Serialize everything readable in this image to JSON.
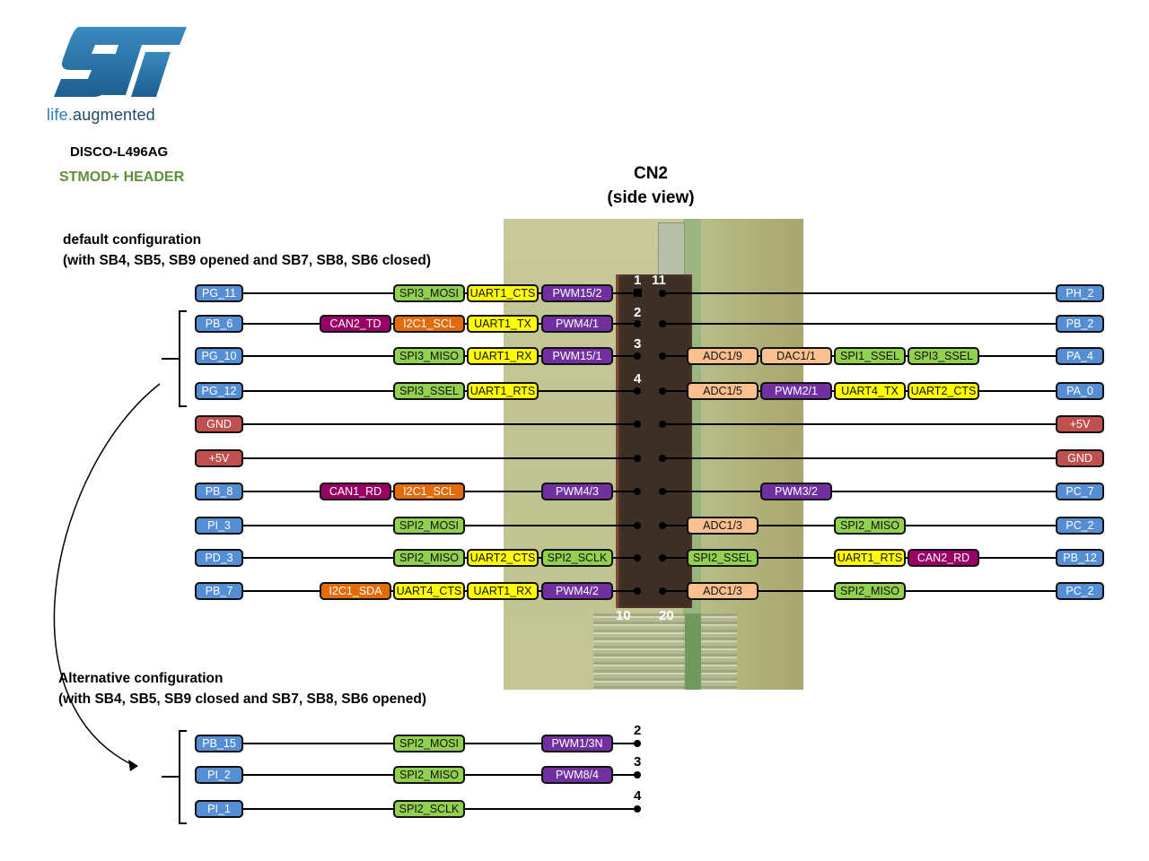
{
  "logo": {
    "brand": "life",
    "dot": ".",
    "tagline": "augmented"
  },
  "board": {
    "name": "DISCO-L496AG",
    "header": "STMOD+ HEADER"
  },
  "connector": {
    "title": "CN2",
    "subtitle": "(side view)",
    "pin_labels": {
      "top_left": "1",
      "top_right": "11",
      "bottom_left": "10",
      "bottom_right": "20"
    }
  },
  "default_config": {
    "title": "default configuration",
    "detail": "(with SB4, SB5, SB9 opened and SB7, SB8, SB6 closed)"
  },
  "alt_config": {
    "title": "Alternative configuration",
    "detail": "(with SB4, SB5, SB9 closed and SB7, SB8, SB6 opened)"
  },
  "pin_number_labels": {
    "p2": "2",
    "p3": "3",
    "p4": "4"
  },
  "colors": {
    "gpio": "#558ed5",
    "power": "#c0504d",
    "spi": "#92d050",
    "uart": "#ffff00",
    "pwm": "#7030a0",
    "adc_dac": "#fac090",
    "can": "#990066",
    "i2c": "#e36c0a"
  },
  "left_rows": [
    {
      "pin": "PG_11",
      "pin_type": "gpio",
      "functions": [
        {
          "label": "SPI3_MOSI",
          "type": "spi"
        },
        {
          "label": "UART1_CTS",
          "type": "uart"
        },
        {
          "label": "PWM15/2",
          "type": "pwm"
        }
      ]
    },
    {
      "pin": "PB_6",
      "pin_type": "gpio",
      "functions": [
        {
          "label": "CAN2_TD",
          "type": "can"
        },
        {
          "label": "I2C1_SCL",
          "type": "i2c"
        },
        {
          "label": "UART1_TX",
          "type": "uart"
        },
        {
          "label": "PWM4/1",
          "type": "pwm"
        }
      ]
    },
    {
      "pin": "PG_10",
      "pin_type": "gpio",
      "functions": [
        {
          "label": "SPI3_MISO",
          "type": "spi"
        },
        {
          "label": "UART1_RX",
          "type": "uart"
        },
        {
          "label": "PWM15/1",
          "type": "pwm"
        }
      ]
    },
    {
      "pin": "PG_12",
      "pin_type": "gpio",
      "functions": [
        {
          "label": "SPI3_SSEL",
          "type": "spi"
        },
        {
          "label": "UART1_RTS",
          "type": "uart"
        }
      ]
    },
    {
      "pin": "GND",
      "pin_type": "power",
      "functions": []
    },
    {
      "pin": "+5V",
      "pin_type": "power",
      "functions": []
    },
    {
      "pin": "PB_8",
      "pin_type": "gpio",
      "functions": [
        {
          "label": "CAN1_RD",
          "type": "can"
        },
        {
          "label": "I2C1_SCL",
          "type": "i2c"
        },
        {
          "label": "PWM4/3",
          "type": "pwm"
        }
      ]
    },
    {
      "pin": "PI_3",
      "pin_type": "gpio",
      "functions": [
        {
          "label": "SPI2_MOSI",
          "type": "spi"
        }
      ]
    },
    {
      "pin": "PD_3",
      "pin_type": "gpio",
      "functions": [
        {
          "label": "SPI2_MISO",
          "type": "spi"
        },
        {
          "label": "UART2_CTS",
          "type": "uart"
        },
        {
          "label": "SPI2_SCLK",
          "type": "spi"
        }
      ]
    },
    {
      "pin": "PB_7",
      "pin_type": "gpio",
      "functions": [
        {
          "label": "I2C1_SDA",
          "type": "i2c"
        },
        {
          "label": "UART4_CTS",
          "type": "uart"
        },
        {
          "label": "UART1_RX",
          "type": "uart"
        },
        {
          "label": "PWM4/2",
          "type": "pwm"
        }
      ]
    }
  ],
  "right_rows": [
    {
      "pin": "PH_2",
      "pin_type": "gpio",
      "functions": []
    },
    {
      "pin": "PB_2",
      "pin_type": "gpio",
      "functions": []
    },
    {
      "pin": "PA_4",
      "pin_type": "gpio",
      "functions": [
        {
          "label": "ADC1/9",
          "type": "adc_dac"
        },
        {
          "label": "DAC1/1",
          "type": "adc_dac"
        },
        {
          "label": "SPI1_SSEL",
          "type": "spi"
        },
        {
          "label": "SPI3_SSEL",
          "type": "spi"
        }
      ]
    },
    {
      "pin": "PA_0",
      "pin_type": "gpio",
      "functions": [
        {
          "label": "ADC1/5",
          "type": "adc_dac"
        },
        {
          "label": "PWM2/1",
          "type": "pwm"
        },
        {
          "label": "UART4_TX",
          "type": "uart"
        },
        {
          "label": "UART2_CTS",
          "type": "uart"
        }
      ]
    },
    {
      "pin": "+5V",
      "pin_type": "power",
      "functions": []
    },
    {
      "pin": "GND",
      "pin_type": "power",
      "functions": []
    },
    {
      "pin": "PC_7",
      "pin_type": "gpio",
      "functions": [
        {
          "label": "PWM3/2",
          "type": "pwm"
        }
      ]
    },
    {
      "pin": "PC_2",
      "pin_type": "gpio",
      "functions": [
        {
          "label": "ADC1/3",
          "type": "adc_dac"
        },
        {
          "label": "SPI2_MISO",
          "type": "spi"
        }
      ]
    },
    {
      "pin": "PB_12",
      "pin_type": "gpio",
      "functions": [
        {
          "label": "SPI2_SSEL",
          "type": "spi"
        },
        {
          "label": "UART1_RTS",
          "type": "uart"
        },
        {
          "label": "CAN2_RD",
          "type": "can"
        }
      ]
    },
    {
      "pin": "PC_2",
      "pin_type": "gpio",
      "functions": [
        {
          "label": "ADC1/3",
          "type": "adc_dac"
        },
        {
          "label": "SPI2_MISO",
          "type": "spi"
        }
      ]
    }
  ],
  "alt_rows": [
    {
      "pin": "PB_15",
      "header_pin": "2",
      "functions": [
        {
          "label": "SPI2_MOSI",
          "type": "spi"
        },
        {
          "label": "PWM1/3N",
          "type": "pwm"
        }
      ]
    },
    {
      "pin": "PI_2",
      "header_pin": "3",
      "functions": [
        {
          "label": "SPI2_MISO",
          "type": "spi"
        },
        {
          "label": "PWM8/4",
          "type": "pwm"
        }
      ]
    },
    {
      "pin": "PI_1",
      "header_pin": "4",
      "functions": [
        {
          "label": "SPI2_SCLK",
          "type": "spi"
        }
      ]
    }
  ]
}
